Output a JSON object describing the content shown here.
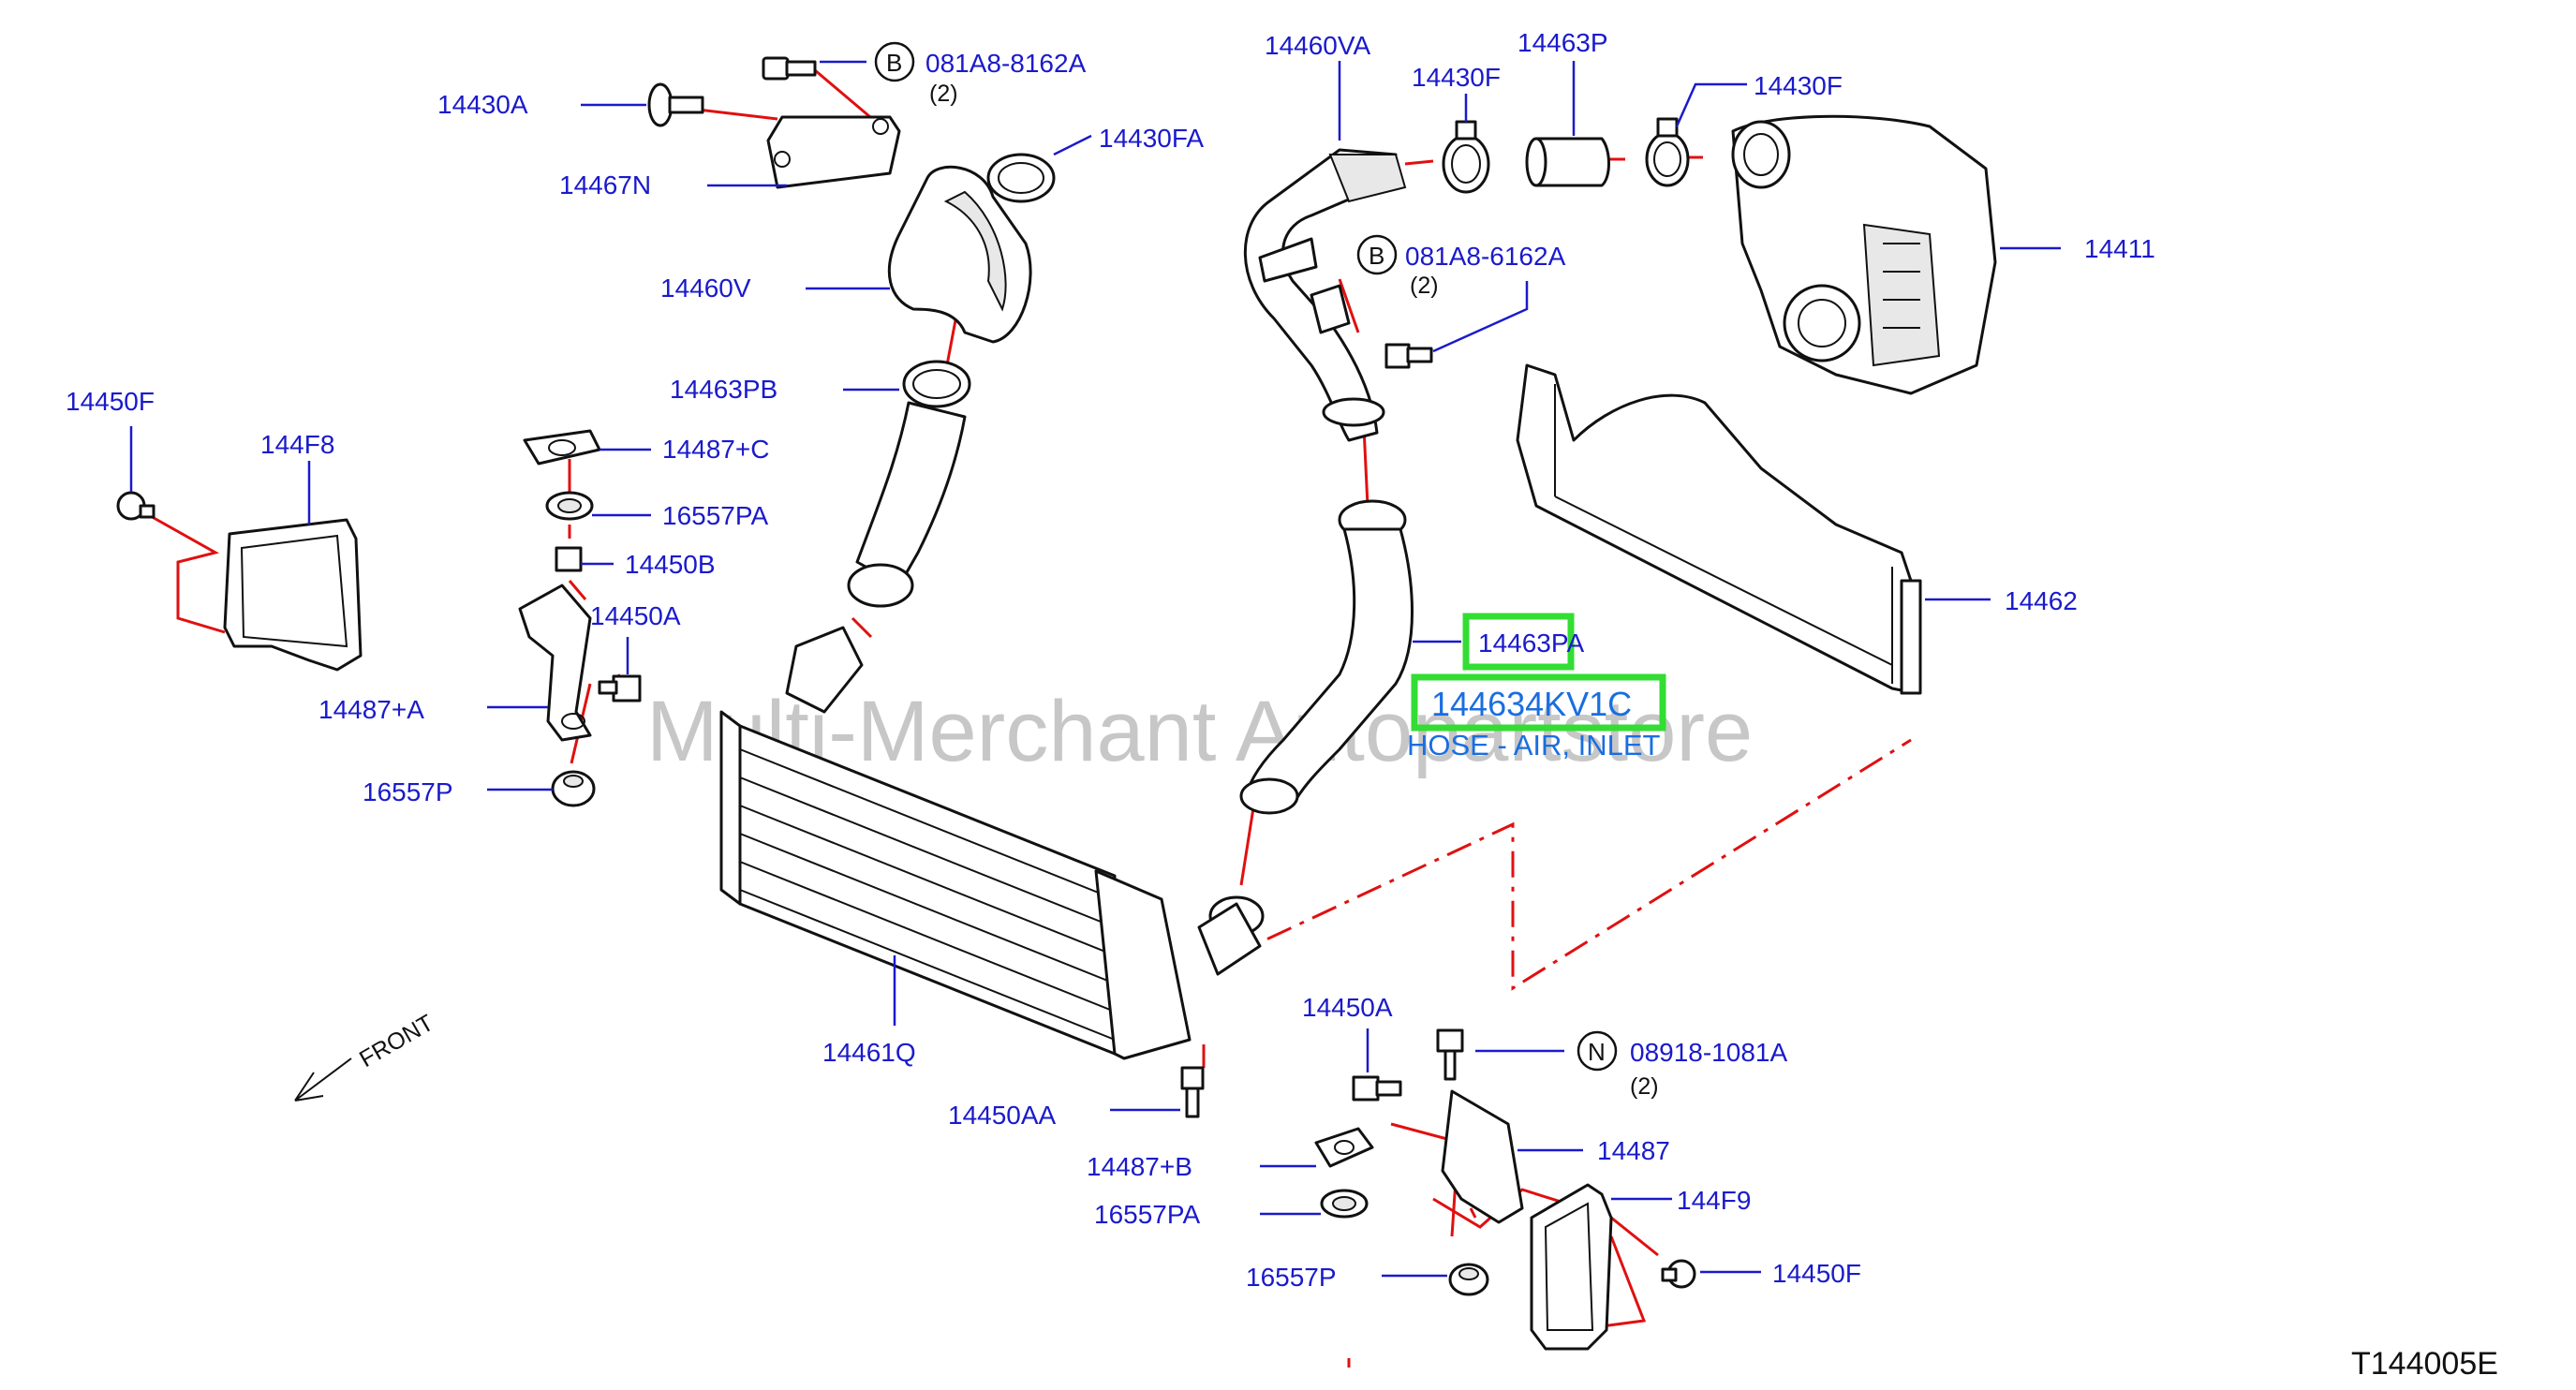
{
  "diagram": {
    "code": "T144005E",
    "watermark": "Multi-Merchant Autopartstore",
    "front_label": "FRONT",
    "highlight": {
      "ref": "14463PA",
      "part_number": "144634KV1C",
      "description": "HOSE - AIR, INLET"
    },
    "callouts": {
      "c14430A": "14430A",
      "c14467N": "14467N",
      "c081A88162A": "081A8-8162A",
      "c081A88162A_qty": "(2)",
      "c14430FA": "14430FA",
      "c14460V": "14460V",
      "c14463PB": "14463PB",
      "c14450F_left": "14450F",
      "c144F8": "144F8",
      "c14487C": "14487+C",
      "c16557PA_top": "16557PA",
      "c14450B": "14450B",
      "c14450A_mid": "14450A",
      "c14487A": "14487+A",
      "c16557P_left": "16557P",
      "c14460VA": "14460VA",
      "c14430F_a": "14430F",
      "c14463P": "14463P",
      "c14430F_b": "14430F",
      "c14411": "14411",
      "c081A86162A": "081A8-6162A",
      "c081A86162A_qty": "(2)",
      "c14462": "14462",
      "c14461Q": "14461Q",
      "c14450AA": "14450AA",
      "c14450A_low": "14450A",
      "c08918": "08918-1081A",
      "c08918_qty": "(2)",
      "c14487": "14487",
      "c14487B": "14487+B",
      "c144F9": "144F9",
      "c16557PA_low": "16557PA",
      "c14450F_right": "14450F",
      "c16557P_low": "16557P"
    },
    "circle_marks": {
      "b1": "B",
      "b2": "B",
      "n1": "N"
    },
    "colors": {
      "label": "#1a1acc",
      "highlight_border": "#33dd33",
      "highlight_text": "#1a6ee0",
      "connector": "#e01010"
    }
  }
}
